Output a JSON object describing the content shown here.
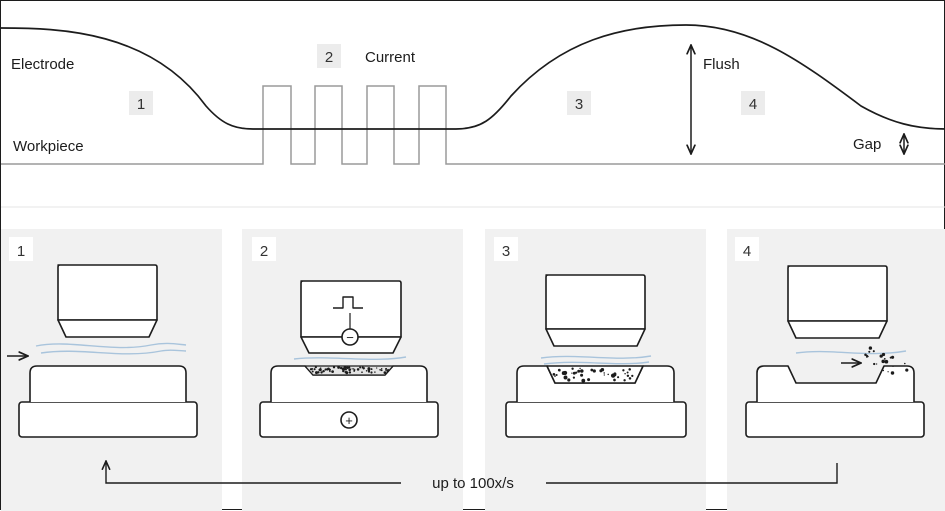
{
  "diagram": {
    "labels": {
      "electrode": "Electrode",
      "workpiece": "Workpiece",
      "current": "Current",
      "flush": "Flush",
      "gap": "Gap",
      "cycle_rate": "up to 100x/s"
    },
    "phases": [
      "1",
      "2",
      "3",
      "4"
    ],
    "steps": [
      {
        "number": "1"
      },
      {
        "number": "2"
      },
      {
        "number": "3"
      },
      {
        "number": "4"
      }
    ],
    "symbols": {
      "minus": "−",
      "plus": "+"
    }
  },
  "colors": {
    "line": "#1c1c1c",
    "gray_line": "#9a9a9a",
    "panel_bg": "#f1f1f1",
    "number_bg": "#ececec",
    "fluid": "#a9c4dc"
  }
}
